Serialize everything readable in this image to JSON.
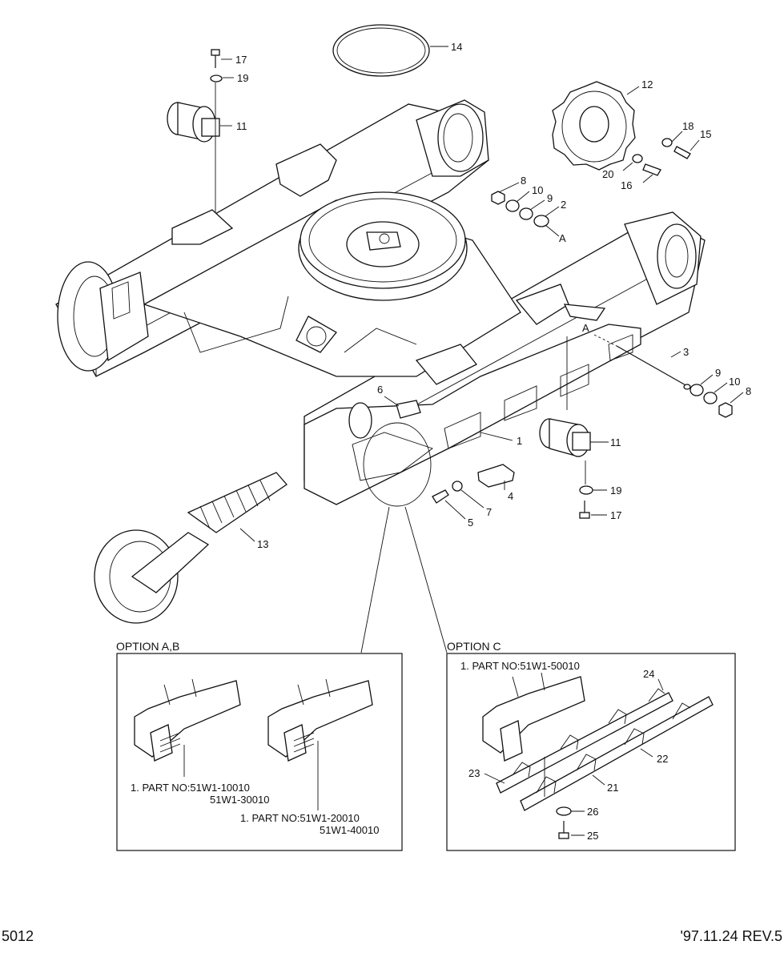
{
  "callouts": {
    "c1": "1",
    "c2": "2",
    "c3": "3",
    "c4": "4",
    "c5": "5",
    "c6": "6",
    "c7": "7",
    "c8a": "8",
    "c8b": "8",
    "c9a": "9",
    "c9b": "9",
    "c10a": "10",
    "c10b": "10",
    "c11a": "11",
    "c11b": "11",
    "c12": "12",
    "c13": "13",
    "c14": "14",
    "c15": "15",
    "c16": "16",
    "c17a": "17",
    "c17b": "17",
    "c18": "18",
    "c19a": "19",
    "c19b": "19",
    "c20": "20",
    "c21": "21",
    "c22": "22",
    "c23": "23",
    "c24": "24",
    "c25": "25",
    "c26": "26",
    "cA1": "A",
    "cA2": "A"
  },
  "option_ab": {
    "title": "OPTION A,B",
    "part_left_line1": "1. PART NO:51W1-10010",
    "part_left_line2": "51W1-30010",
    "part_right_line1": "1. PART NO:51W1-20010",
    "part_right_line2": "51W1-40010"
  },
  "option_c": {
    "title": "OPTION C",
    "part_line1": "1. PART NO:51W1-50010"
  },
  "footer": {
    "page_number": "5012",
    "revision": "'97.11.24 REV.5"
  }
}
